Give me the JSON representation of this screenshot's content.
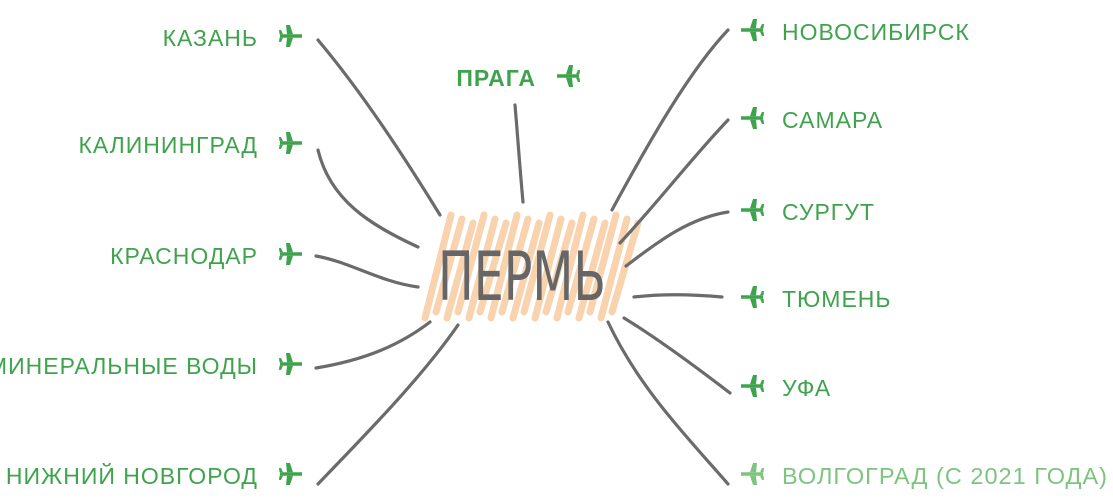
{
  "center": {
    "label": "ПЕРМЬ"
  },
  "destinations": {
    "kazan": "КАЗАНЬ",
    "kaliningrad": "КАЛИНИНГРАД",
    "krasnodar": "КРАСНОДАР",
    "mineralnye_vody": "МИНЕРАЛЬНЫЕ ВОДЫ",
    "nizhny_novgorod": "НИЖНИЙ НОВГОРОД",
    "praga": "ПРАГА",
    "novosibirsk": "НОВОСИБИРСК",
    "samara": "САМАРА",
    "surgut": "СУРГУТ",
    "tyumen": "ТЮМЕНЬ",
    "ufa": "УФА",
    "volgograd": "ВОЛГОГРАД (С 2021 ГОДА)"
  },
  "colors": {
    "route_green": "#3fa34d",
    "future_route_green": "#7cc47f",
    "connector_gray": "#6b6b6b",
    "center_text": "#666666",
    "center_scribble": "#f7c79a"
  },
  "icons": {
    "route": "airplane-icon"
  }
}
